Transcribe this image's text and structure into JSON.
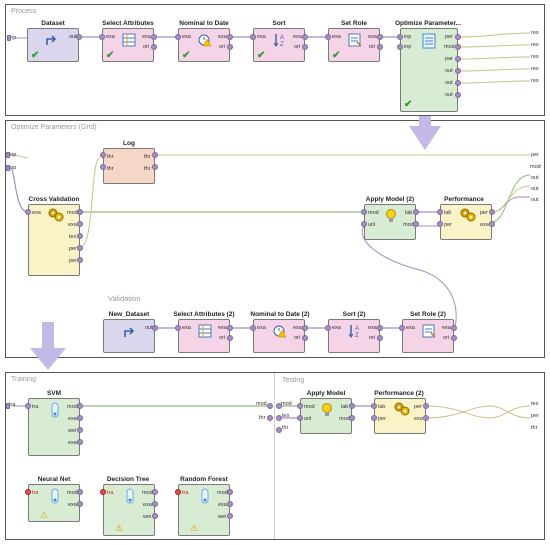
{
  "panels": {
    "process": "Process",
    "optimize": "Optimize Parameters (Grid)",
    "training": "Training",
    "testing": "Testing",
    "validation": "Validation"
  },
  "ports": {
    "inp": "inp",
    "out": "out",
    "exa": "exa",
    "ori": "ori",
    "per": "per",
    "par": "par",
    "mod": "mod",
    "res": "res",
    "thr": "thr",
    "tes": "tes",
    "tra": "tra",
    "lab": "lab",
    "unl": "unl",
    "wei": "wei"
  },
  "ops": {
    "dataset": "Dataset",
    "select_attributes": "Select Attributes",
    "nominal_to_date": "Nominal to Date",
    "sort": "Sort",
    "set_role": "Set Role",
    "optimize_parameters": "Optimize Parameter...",
    "log": "Log",
    "cross_validation": "Cross Validation",
    "apply_model_2": "Apply Model (2)",
    "performance": "Performance",
    "new_dataset": "New_Dataset",
    "select_attributes_2": "Select Attributes (2)",
    "nominal_to_date_2": "Nominal to Date (2)",
    "sort_2": "Sort (2)",
    "set_role_2": "Set Role (2)",
    "svm": "SVM",
    "neural_net": "Neural Net",
    "decision_tree": "Decision Tree",
    "random_forest": "Random Forest",
    "apply_model": "Apply Model",
    "performance_2": "Performance (2)"
  },
  "colors": {
    "retrieve": "#d9d6ee",
    "transform": "#f4d4e6",
    "optimize": "#d8ecd4",
    "log": "#f6d6c7",
    "validation": "#fbf3c8",
    "model": "#d8ecd4",
    "performance": "#fbf3c8",
    "port": "#a58ec2",
    "wire_example": "#a58ec2",
    "wire_model": "#8fbe7e",
    "wire_perf": "#c8c08a",
    "arrow": "#c4b8e6"
  }
}
